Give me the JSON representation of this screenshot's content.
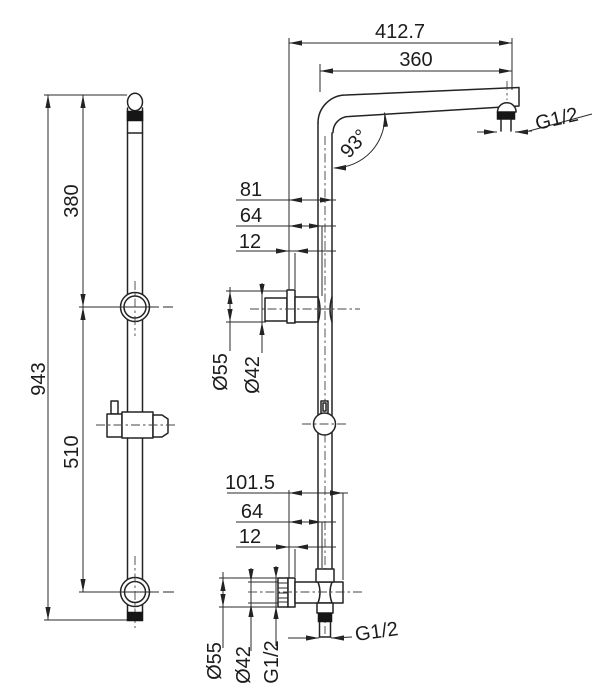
{
  "drawing": {
    "type": "technical-dimension-drawing",
    "subject": "shower rail and shower column",
    "background": "#ffffff",
    "line_color": "#232323",
    "views": {
      "rail": {
        "overall_length": "943",
        "top_segment": "380",
        "bottom_segment": "510"
      },
      "column": {
        "arm": {
          "overall_reach": "412.7",
          "reach": "360",
          "angle": "93°",
          "head_thread": "G1/2"
        },
        "upper_bracket": {
          "wall_to_pipe": "81",
          "wall_to_center": "64",
          "flange_depth": "12",
          "flange_diameter": "Ø55",
          "body_diameter": "Ø42"
        },
        "lower_bracket": {
          "wall_to_end": "101.5",
          "wall_to_center": "64",
          "flange_depth": "12",
          "flange_diameter": "Ø55",
          "body_diameter": "Ø42",
          "wall_thread": "G1/2",
          "outlet_thread": "G1/2"
        }
      }
    }
  }
}
